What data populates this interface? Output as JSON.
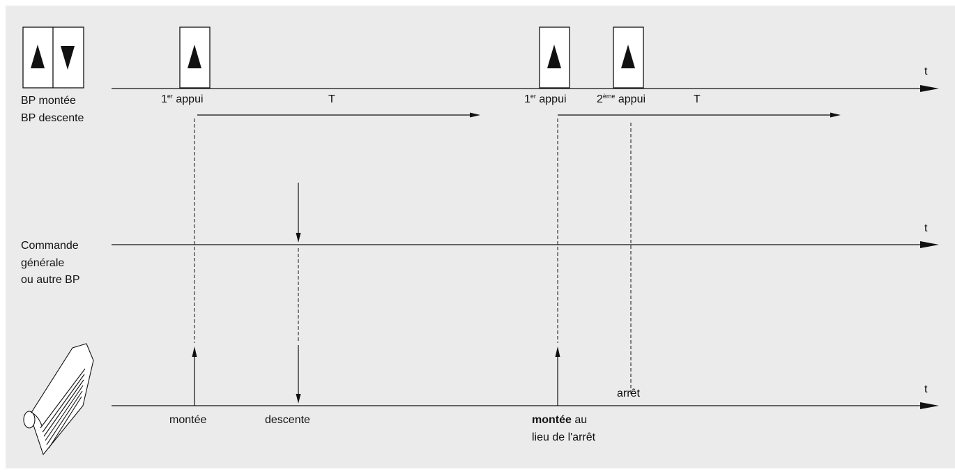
{
  "axis_label": "t",
  "rows": {
    "bp": {
      "line1": "BP montée",
      "line2": "BP descente"
    },
    "commande": {
      "line1": "Commande",
      "line2": "générale",
      "line3": "ou autre BP"
    }
  },
  "presses": {
    "p1": {
      "num": "1",
      "sup": "er",
      "word": "appui"
    },
    "p2": {
      "num": "1",
      "sup": "er",
      "word": "appui"
    },
    "p3": {
      "num": "2",
      "sup": "ème",
      "word": "appui"
    }
  },
  "timer_label": "T",
  "events": {
    "montee": "montée",
    "descente": "descente",
    "arret": "arrêt",
    "montee_bold": "montée",
    "montee_rest": " au",
    "montee_line2": "lieu de l'arrêt"
  },
  "colors": {
    "background": "#ebebeb",
    "ink": "#111111",
    "button_fill": "#ffffff"
  }
}
